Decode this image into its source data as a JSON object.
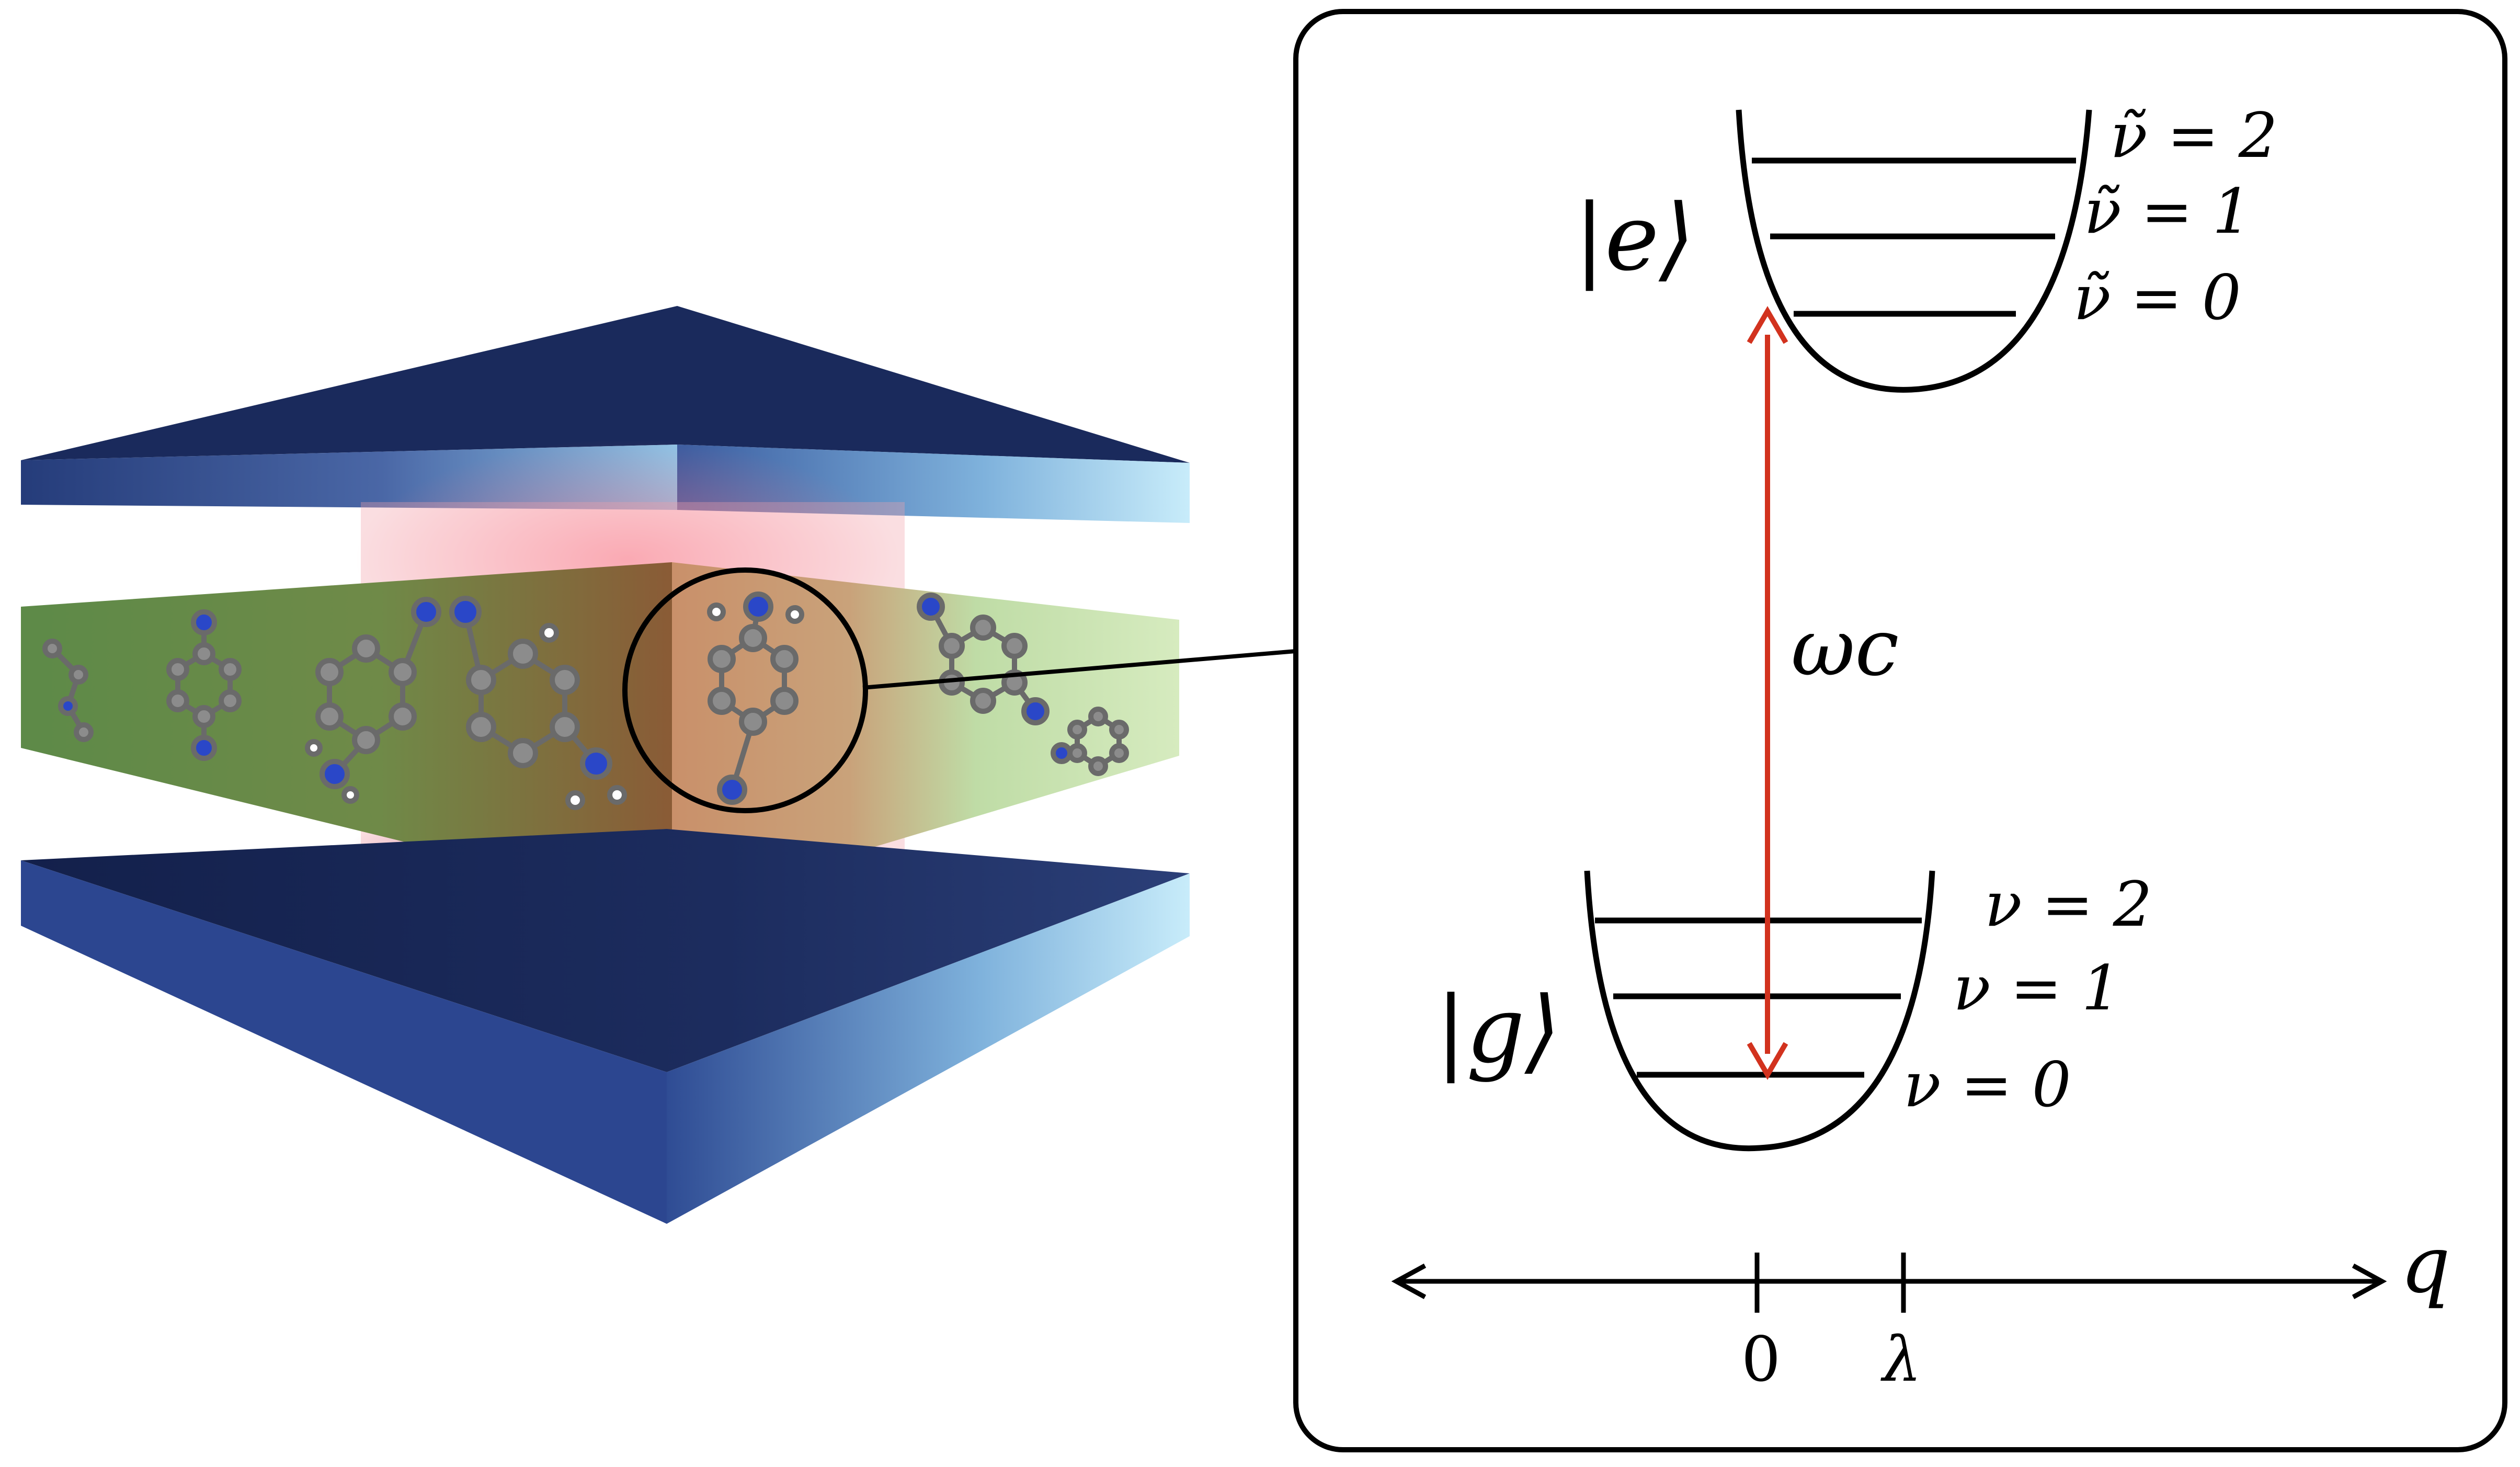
{
  "cavity_illustration": {
    "colors": {
      "mirror_dark": "#16234f",
      "mirror_mid": "#3d5a9a",
      "mirror_light": "#bfe8f8",
      "light_field": "#e23a52",
      "molecule_layer_left": "#5f8a4a",
      "molecule_layer_center": "#8a5b36",
      "molecule_layer_right": "#cfe6b3",
      "carbon_atom": "#8c8c8c",
      "nitrogen_atom": "#2a47c8",
      "hydrogen_atom": "#ffffff"
    }
  },
  "energy_diagram": {
    "excited_state": {
      "label": "|e⟩",
      "levels": [
        "ν̃ = 2",
        "ν̃ = 1",
        "ν̃ = 0"
      ]
    },
    "ground_state": {
      "label": "|g⟩",
      "levels": [
        "ν = 2",
        "ν = 1",
        "ν = 0"
      ]
    },
    "transition": {
      "label": "ωc",
      "color": "#d2321e"
    },
    "axis": {
      "label": "q",
      "ticks": [
        "0",
        "λ"
      ]
    }
  }
}
